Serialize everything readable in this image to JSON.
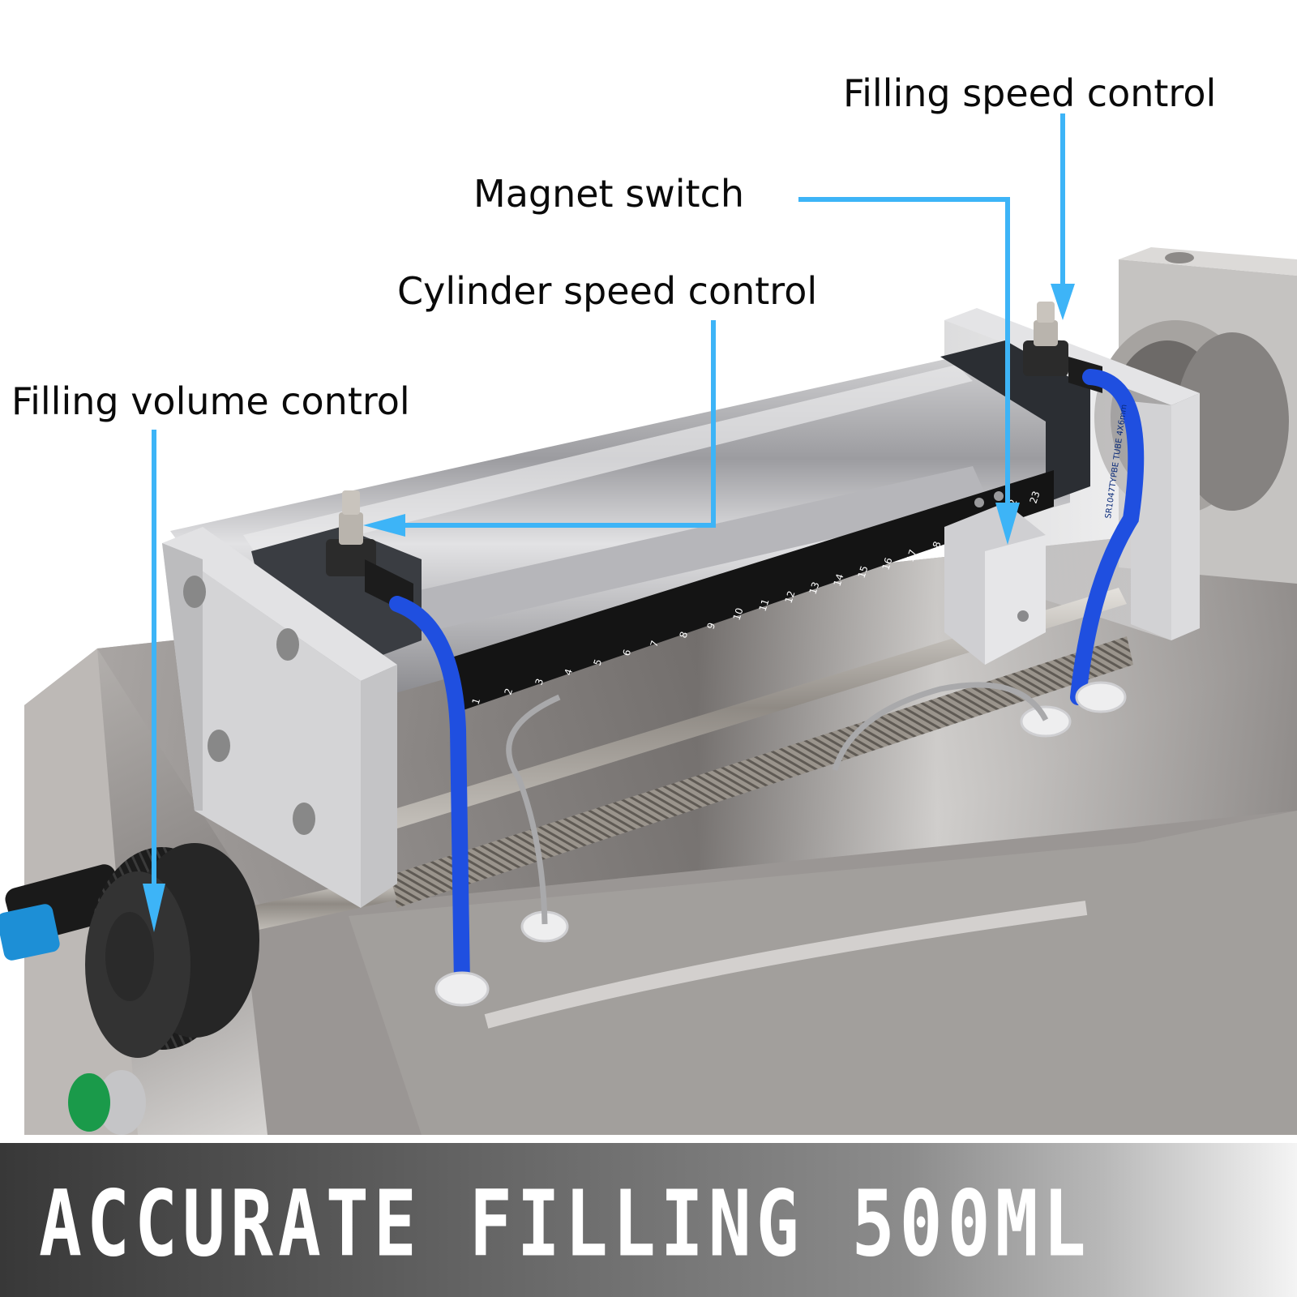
{
  "callouts": [
    {
      "id": "filling-speed-control",
      "label": "Filling speed control"
    },
    {
      "id": "magnet-switch",
      "label": "Magnet switch"
    },
    {
      "id": "cylinder-speed-control",
      "label": "Cylinder speed control"
    },
    {
      "id": "filling-volume-control",
      "label": "Filling volume control"
    }
  ],
  "banner": {
    "text": "ACCURATE FILLING 500ML"
  },
  "ruler": {
    "ticks": [
      "1",
      "2",
      "3",
      "4",
      "5",
      "6",
      "7",
      "8",
      "9",
      "10",
      "11",
      "12",
      "13",
      "14",
      "15",
      "16",
      "17",
      "18",
      "22",
      "23"
    ]
  },
  "tube_print": "SR1047TYPBE TUBE 4X6mm",
  "colors": {
    "arrow": "#3db4f7",
    "tube": "#1f4fe0",
    "banner_dark": "#383838",
    "label_text": "#0a0a0a"
  }
}
